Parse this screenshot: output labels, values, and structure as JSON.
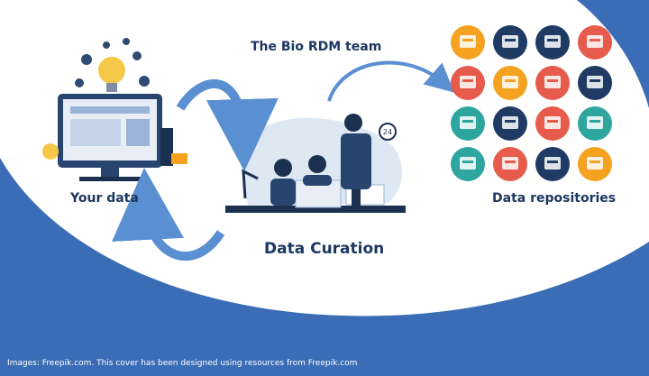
{
  "labels": {
    "team": "The Bio RDM team",
    "your_data": "Your data",
    "data_curation": "Data Curation",
    "data_repositories": "Data repositories"
  },
  "credit": "Images: Freepik.com. This cover has been designed using resources from Freepik.com",
  "colors": {
    "background_blue": "#3a6db5",
    "arrow_blue": "#5a8fd2",
    "text_navy": "#1c3760",
    "clock_badge": "24"
  },
  "repository_icons": [
    {
      "name": "monitor-chart-icon",
      "bg": "#f4a21f"
    },
    {
      "name": "chip-icon",
      "bg": "#1f3b63"
    },
    {
      "name": "cloud-network-icon",
      "bg": "#1f3b63"
    },
    {
      "name": "server-presentation-icon",
      "bg": "#e65b4c"
    },
    {
      "name": "cloud-sync-icon",
      "bg": "#e65b4c"
    },
    {
      "name": "database-stack-icon",
      "bg": "#f4a21f"
    },
    {
      "name": "cloud-gear-icon",
      "bg": "#e65b4c"
    },
    {
      "name": "hierarchy-icon",
      "bg": "#1f3b63"
    },
    {
      "name": "globe-icon",
      "bg": "#2fa5a0"
    },
    {
      "name": "server-rack-icon",
      "bg": "#1f3b63"
    },
    {
      "name": "server-cabinet-icon",
      "bg": "#e65b4c"
    },
    {
      "name": "bar-chart-icon",
      "bg": "#2fa5a0"
    },
    {
      "name": "funnel-icon",
      "bg": "#2fa5a0"
    },
    {
      "name": "storage-tower-icon",
      "bg": "#e65b4c"
    },
    {
      "name": "document-icon",
      "bg": "#1f3b63"
    },
    {
      "name": "monitor-analytics-icon",
      "bg": "#f4a21f"
    }
  ]
}
